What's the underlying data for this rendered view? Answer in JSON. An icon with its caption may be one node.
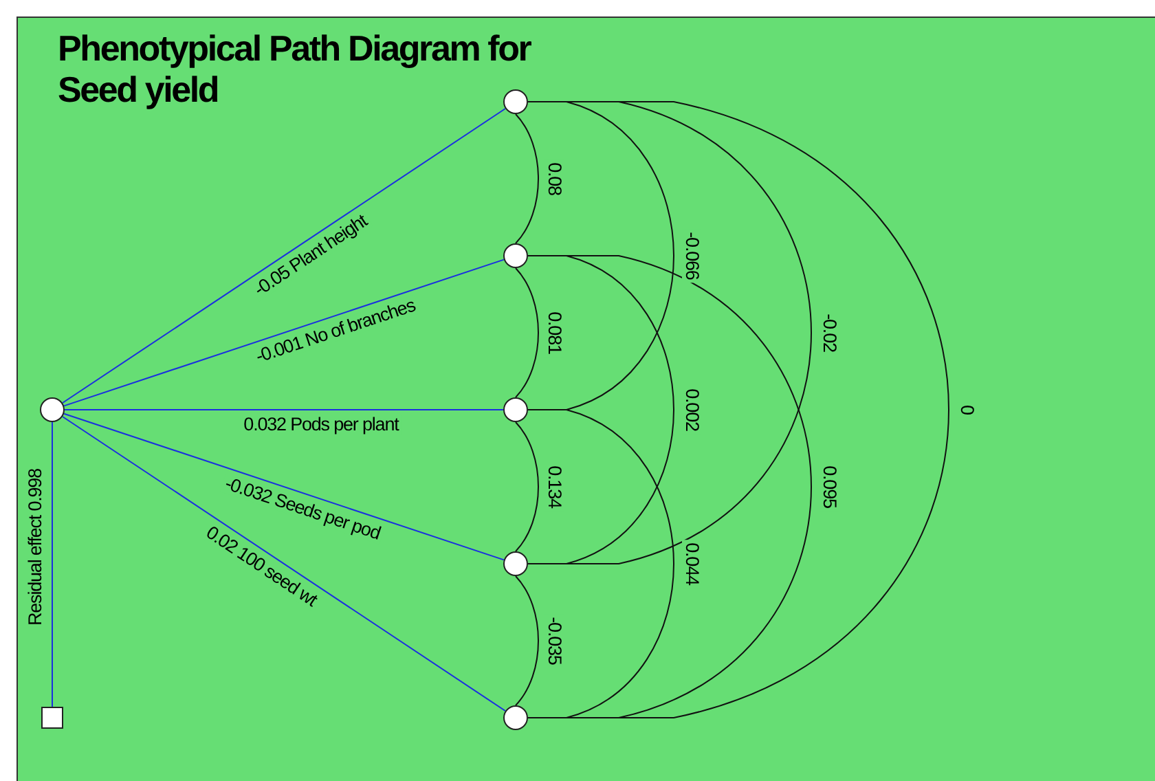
{
  "diagram": {
    "title": "Phenotypical Path Diagram for Seed yield",
    "nodes": [
      {
        "text": [],
        "shape": "circle"
      },
      {
        "text": [],
        "shape": "circle"
      },
      {
        "text": [],
        "shape": "circle"
      },
      {
        "text": [],
        "shape": "circle"
      },
      {
        "text": [],
        "shape": "circle"
      },
      {
        "text": [],
        "shape": "circle"
      },
      {
        "text": [],
        "shape": "box"
      }
    ],
    "edges": [
      {
        "from": 0,
        "to": 1,
        "arrow": "none",
        "label": "-0.05 Plant height",
        "color": "#1a2fe0"
      },
      {
        "from": 0,
        "to": 2,
        "arrow": "none",
        "label": "-0.001 No of branches",
        "color": "#1a2fe0"
      },
      {
        "from": 0,
        "to": 3,
        "arrow": "none",
        "label": "0.032 Pods per plant",
        "color": "#1a2fe0"
      },
      {
        "from": 0,
        "to": 4,
        "arrow": "none",
        "label": "-0.032 Seeds per pod",
        "color": "#1a2fe0"
      },
      {
        "from": 0,
        "to": 5,
        "arrow": "none",
        "label": "0.02 100 seed wt",
        "color": "#1a2fe0"
      },
      {
        "from": 0,
        "to": 6,
        "arrow": "none",
        "label": "Residual effect 0.998",
        "color": "#1a2fe0"
      },
      {
        "from": 1,
        "to": 2,
        "arrow": "none",
        "label": "0.08"
      },
      {
        "from": 2,
        "to": 3,
        "arrow": "none",
        "label": "0.081"
      },
      {
        "from": 3,
        "to": 4,
        "arrow": "none",
        "label": "0.134"
      },
      {
        "from": 4,
        "to": 5,
        "arrow": "none",
        "label": "-0.035"
      },
      {
        "from": 1,
        "to": 3,
        "arrow": "none",
        "label": "-0.066"
      },
      {
        "from": 2,
        "to": 4,
        "arrow": "none",
        "label": "0.002"
      },
      {
        "from": 3,
        "to": 5,
        "arrow": "none",
        "label": "0.044"
      },
      {
        "from": 1,
        "to": 4,
        "arrow": "none",
        "label": "-0.02"
      },
      {
        "from": 2,
        "to": 5,
        "arrow": "none",
        "label": "0.095"
      },
      {
        "from": 1,
        "to": 5,
        "arrow": "none",
        "label": "0"
      }
    ]
  }
}
